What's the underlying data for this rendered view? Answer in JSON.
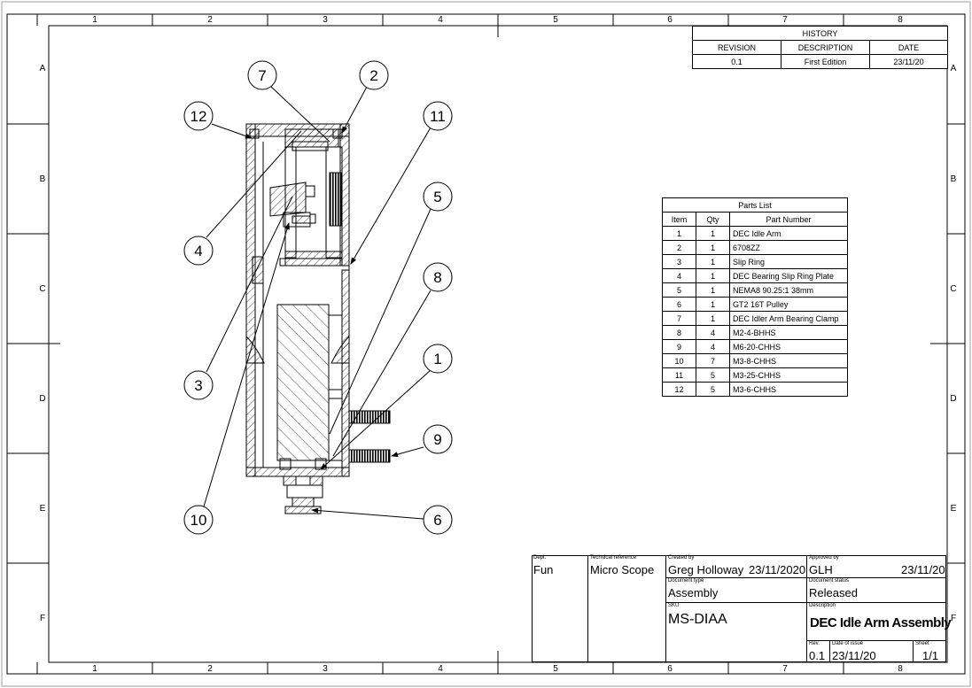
{
  "zones": {
    "columns": [
      "1",
      "2",
      "3",
      "4",
      "5",
      "6",
      "7",
      "8"
    ],
    "rows": [
      "A",
      "B",
      "C",
      "D",
      "E",
      "F"
    ]
  },
  "history": {
    "title": "HISTORY",
    "headers": [
      "REVISION",
      "DESCRIPTION",
      "DATE"
    ],
    "rows": [
      [
        "0.1",
        "First Edition",
        "23/11/20"
      ]
    ]
  },
  "parts_list": {
    "title": "Parts List",
    "headers": [
      "Item",
      "Qty",
      "Part Number"
    ],
    "rows": [
      [
        "1",
        "1",
        "DEC Idle Arm"
      ],
      [
        "2",
        "1",
        "6708ZZ"
      ],
      [
        "3",
        "1",
        "Slip Ring"
      ],
      [
        "4",
        "1",
        "DEC Bearing Slip Ring Plate"
      ],
      [
        "5",
        "1",
        "NEMA8 90.25:1 38mm"
      ],
      [
        "6",
        "1",
        "GT2 16T Pulley"
      ],
      [
        "7",
        "1",
        "DEC Idler Arm Bearing Clamp"
      ],
      [
        "8",
        "4",
        "M2-4-BHHS"
      ],
      [
        "9",
        "4",
        "M6-20-CHHS"
      ],
      [
        "10",
        "7",
        "M3-8-CHHS"
      ],
      [
        "11",
        "5",
        "M3-25-CHHS"
      ],
      [
        "12",
        "5",
        "M3-6-CHHS"
      ]
    ]
  },
  "balloons": [
    "7",
    "2",
    "12",
    "11",
    "5",
    "4",
    "8",
    "1",
    "3",
    "9",
    "10",
    "6"
  ],
  "title_block": {
    "dept": {
      "label": "Dept.",
      "value": "Fun"
    },
    "tech_ref": {
      "label": "Technical reference",
      "value": "Micro Scope"
    },
    "created_by": {
      "label": "Created by",
      "value": "Greg Holloway",
      "date": "23/11/2020"
    },
    "approved_by": {
      "label": "Approved by",
      "value": "GLH",
      "date": "23/11/20"
    },
    "doc_type": {
      "label": "Document type",
      "value": "Assembly"
    },
    "doc_status": {
      "label": "Document status",
      "value": "Released"
    },
    "sku": {
      "label": "SKU",
      "value": "MS-DIAA"
    },
    "description": {
      "label": "Description",
      "value": "DEC Idle Arm Assembly"
    },
    "rev": {
      "label": "Rev.",
      "value": "0.1"
    },
    "date_of_issue": {
      "label": "Date of issue",
      "value": "23/11/20"
    },
    "sheet": {
      "label": "Sheet",
      "value": "1/1"
    }
  },
  "colors": {
    "line": "#000000",
    "paper": "#ffffff",
    "frame": "#c0c0c0"
  }
}
